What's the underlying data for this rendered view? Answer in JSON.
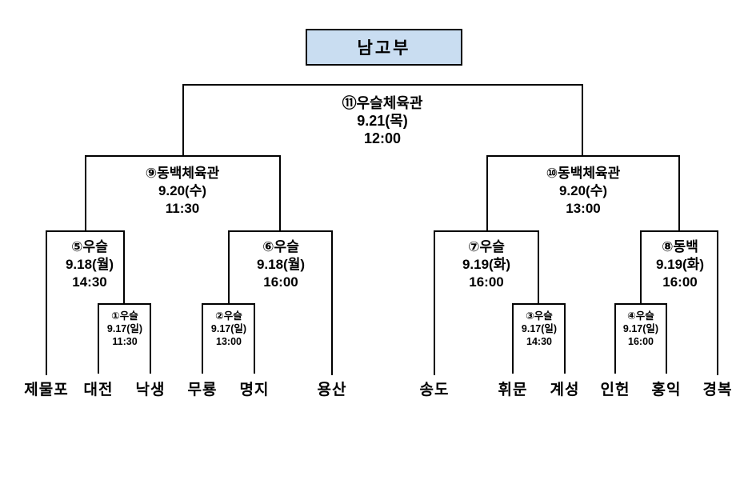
{
  "title": "남고부",
  "colors": {
    "title_fill": "#c9ddf1",
    "line_color": "#000000"
  },
  "matches": {
    "m1": {
      "label": "①우슬",
      "date": "9.17(일)",
      "time": "11:30"
    },
    "m2": {
      "label": "②우슬",
      "date": "9.17(일)",
      "time": "13:00"
    },
    "m3": {
      "label": "③우슬",
      "date": "9.17(일)",
      "time": "14:30"
    },
    "m4": {
      "label": "④우슬",
      "date": "9.17(일)",
      "time": "16:00"
    },
    "m5": {
      "label": "⑤우슬",
      "date": "9.18(월)",
      "time": "14:30"
    },
    "m6": {
      "label": "⑥우슬",
      "date": "9.18(월)",
      "time": "16:00"
    },
    "m7": {
      "label": "⑦우슬",
      "date": "9.19(화)",
      "time": "16:00"
    },
    "m8": {
      "label": "⑧동백",
      "date": "9.19(화)",
      "time": "16:00"
    },
    "m9": {
      "label": "⑨동백체육관",
      "date": "9.20(수)",
      "time": "11:30"
    },
    "m10": {
      "label": "⑩동백체육관",
      "date": "9.20(수)",
      "time": "13:00"
    },
    "m11": {
      "label": "⑪우슬체육관",
      "date": "9.21(목)",
      "time": "12:00"
    }
  },
  "teams": [
    "제물포",
    "대전",
    "낙생",
    "무룡",
    "명지",
    "용산",
    "송도",
    "휘문",
    "계성",
    "인헌",
    "홍익",
    "경복"
  ]
}
